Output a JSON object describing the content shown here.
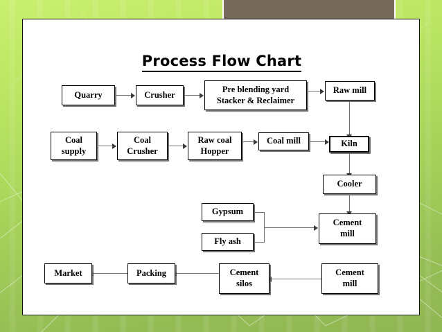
{
  "slide": {
    "title": "Process Flow Chart",
    "background_top_color": "#c9f06f",
    "background_bottom_color": "#90b654",
    "page_background": "#ffffff",
    "photo_placeholder_color": "#756a5c",
    "photo_frame_color": "#c3e86c"
  },
  "chart_data": {
    "type": "diagram",
    "title": "Process Flow Chart",
    "nodes": [
      {
        "id": "quarry",
        "label": "Quarry",
        "lines": [
          "Quarry"
        ]
      },
      {
        "id": "crusher",
        "label": "Crusher",
        "lines": [
          "Crusher"
        ]
      },
      {
        "id": "preblending",
        "label": "Pre blending yard Stacker & Reclaimer",
        "lines": [
          "Pre blending yard",
          "Stacker & Reclaimer"
        ]
      },
      {
        "id": "rawmill",
        "label": "Raw mill",
        "lines": [
          "Raw mill"
        ]
      },
      {
        "id": "coalsupply",
        "label": "Coal supply",
        "lines": [
          "Coal",
          "supply"
        ]
      },
      {
        "id": "coalcrusher",
        "label": "Coal Crusher",
        "lines": [
          "Coal",
          "Crusher"
        ]
      },
      {
        "id": "rawcoalhop",
        "label": "Raw coal Hopper",
        "lines": [
          "Raw coal",
          "Hopper"
        ]
      },
      {
        "id": "coalmill",
        "label": "Coal mill",
        "lines": [
          "Coal mill"
        ]
      },
      {
        "id": "kiln",
        "label": "Kiln",
        "lines": [
          "Kiln"
        ]
      },
      {
        "id": "cooler",
        "label": "Cooler",
        "lines": [
          "Cooler"
        ]
      },
      {
        "id": "gypsum",
        "label": "Gypsum",
        "lines": [
          "Gypsum"
        ]
      },
      {
        "id": "flyash",
        "label": "Fly ash",
        "lines": [
          "Fly ash"
        ]
      },
      {
        "id": "cementmill1",
        "label": "Cement mill",
        "lines": [
          "Cement",
          "mill"
        ]
      },
      {
        "id": "cementmill2",
        "label": "Cement mill",
        "lines": [
          "Cement",
          "mill"
        ]
      },
      {
        "id": "cementsilos",
        "label": "Cement silos",
        "lines": [
          "Cement",
          "silos"
        ]
      },
      {
        "id": "packing",
        "label": "Packing",
        "lines": [
          "Packing"
        ]
      },
      {
        "id": "market",
        "label": "Market",
        "lines": [
          "Market"
        ]
      }
    ],
    "edges": [
      {
        "from": "quarry",
        "to": "crusher"
      },
      {
        "from": "crusher",
        "to": "preblending"
      },
      {
        "from": "preblending",
        "to": "rawmill"
      },
      {
        "from": "rawmill",
        "to": "kiln"
      },
      {
        "from": "coalsupply",
        "to": "coalcrusher"
      },
      {
        "from": "coalcrusher",
        "to": "rawcoalhop"
      },
      {
        "from": "rawcoalhop",
        "to": "coalmill"
      },
      {
        "from": "coalmill",
        "to": "kiln"
      },
      {
        "from": "kiln",
        "to": "cooler"
      },
      {
        "from": "cooler",
        "to": "cementmill1"
      },
      {
        "from": "gypsum",
        "to": "cementmill1"
      },
      {
        "from": "flyash",
        "to": "cementmill1"
      },
      {
        "from": "cementmill2",
        "to": "cementsilos"
      },
      {
        "from": "cementsilos",
        "to": "packing"
      },
      {
        "from": "packing",
        "to": "market"
      }
    ]
  }
}
